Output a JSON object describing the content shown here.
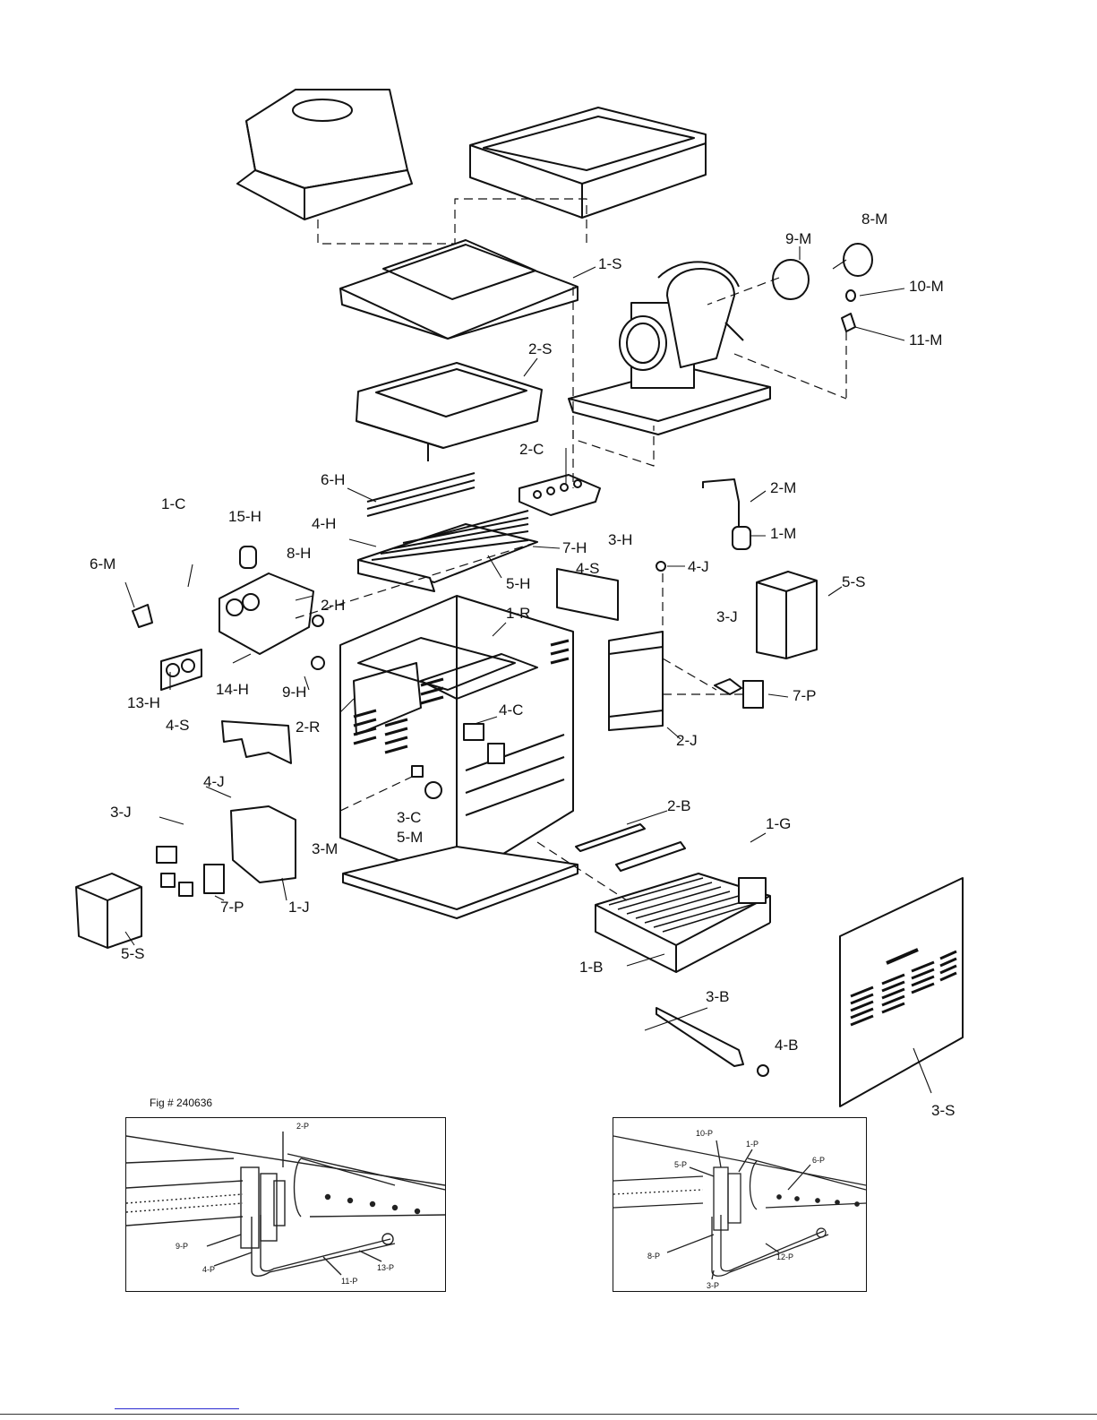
{
  "figure": {
    "caption": "Fig # 240636"
  },
  "parts": [
    {
      "id": "1-S",
      "text": "1-S"
    },
    {
      "id": "2-S",
      "text": "2-S"
    },
    {
      "id": "3-S",
      "text": "3-S"
    },
    {
      "id": "4-S-a",
      "text": "4-S"
    },
    {
      "id": "4-S-b",
      "text": "4-S"
    },
    {
      "id": "5-S-a",
      "text": "5-S"
    },
    {
      "id": "5-S-b",
      "text": "5-S"
    },
    {
      "id": "8-M",
      "text": "8-M"
    },
    {
      "id": "9-M",
      "text": "9-M"
    },
    {
      "id": "10-M",
      "text": "10-M"
    },
    {
      "id": "11-M",
      "text": "11-M"
    },
    {
      "id": "1-M",
      "text": "1-M"
    },
    {
      "id": "2-M",
      "text": "2-M"
    },
    {
      "id": "3-M",
      "text": "3-M"
    },
    {
      "id": "5-M",
      "text": "5-M"
    },
    {
      "id": "6-M",
      "text": "6-M"
    },
    {
      "id": "1-C",
      "text": "1-C"
    },
    {
      "id": "2-C",
      "text": "2-C"
    },
    {
      "id": "3-C",
      "text": "3-C"
    },
    {
      "id": "4-C",
      "text": "4-C"
    },
    {
      "id": "15-H",
      "text": "15-H"
    },
    {
      "id": "8-H",
      "text": "8-H"
    },
    {
      "id": "6-H",
      "text": "6-H"
    },
    {
      "id": "4-H",
      "text": "4-H"
    },
    {
      "id": "7-H",
      "text": "7-H"
    },
    {
      "id": "3-H",
      "text": "3-H"
    },
    {
      "id": "5-H",
      "text": "5-H"
    },
    {
      "id": "2-H",
      "text": "2-H"
    },
    {
      "id": "13-H",
      "text": "13-H"
    },
    {
      "id": "14-H",
      "text": "14-H"
    },
    {
      "id": "9-H",
      "text": "9-H"
    },
    {
      "id": "1-R",
      "text": "1-R"
    },
    {
      "id": "2-R",
      "text": "2-R"
    },
    {
      "id": "4-J-a",
      "text": "4-J"
    },
    {
      "id": "4-J-b",
      "text": "4-J"
    },
    {
      "id": "3-J-a",
      "text": "3-J"
    },
    {
      "id": "3-J-b",
      "text": "3-J"
    },
    {
      "id": "2-J",
      "text": "2-J"
    },
    {
      "id": "1-J",
      "text": "1-J"
    },
    {
      "id": "7-P-a",
      "text": "7-P"
    },
    {
      "id": "7-P-b",
      "text": "7-P"
    },
    {
      "id": "2-B",
      "text": "2-B"
    },
    {
      "id": "1-B",
      "text": "1-B"
    },
    {
      "id": "3-B",
      "text": "3-B"
    },
    {
      "id": "4-B",
      "text": "4-B"
    },
    {
      "id": "1-G",
      "text": "1-G"
    }
  ],
  "inset_left": {
    "labels": [
      {
        "id": "2-P",
        "text": "2-P"
      },
      {
        "id": "9-P",
        "text": "9-P"
      },
      {
        "id": "4-P",
        "text": "4-P"
      },
      {
        "id": "11-P",
        "text": "11-P"
      },
      {
        "id": "13-P",
        "text": "13-P"
      }
    ]
  },
  "inset_right": {
    "labels": [
      {
        "id": "10-P",
        "text": "10-P"
      },
      {
        "id": "5-P",
        "text": "5-P"
      },
      {
        "id": "1-P",
        "text": "1-P"
      },
      {
        "id": "6-P",
        "text": "6-P"
      },
      {
        "id": "8-P",
        "text": "8-P"
      },
      {
        "id": "3-P",
        "text": "3-P"
      },
      {
        "id": "12-P",
        "text": "12-P"
      }
    ]
  }
}
